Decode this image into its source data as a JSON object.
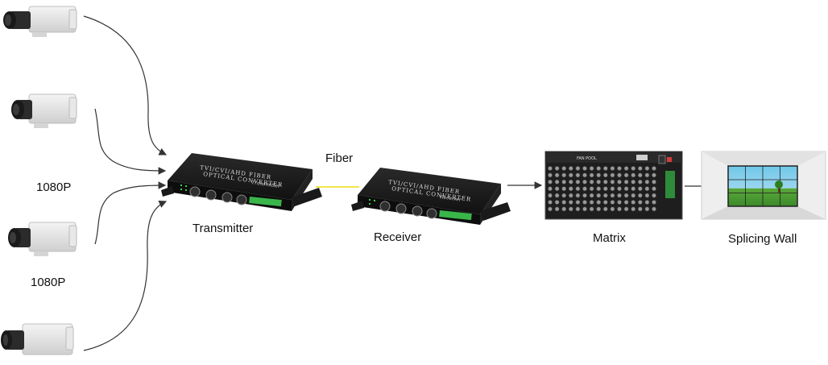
{
  "labels": {
    "camera_res_1": "1080P",
    "camera_res_2": "1080P",
    "transmitter": "Transmitter",
    "receiver": "Receiver",
    "fiber": "Fiber",
    "matrix": "Matrix",
    "splicing_wall": "Splicing Wall"
  },
  "device_text": {
    "converter_line1": "TVI/CVI/AHD FIBER",
    "converter_line2": "OPTICAL CONVERTER",
    "transmitter_model": "Transmitter",
    "receiver_model": "Receiver",
    "matrix_badge": "FAN POOL"
  },
  "colors": {
    "fiber_line": "#f2e64a",
    "connector_line": "#333333",
    "device_body": "#1c1c1c"
  },
  "icons": [
    "camera-icon",
    "arrow-icon"
  ]
}
